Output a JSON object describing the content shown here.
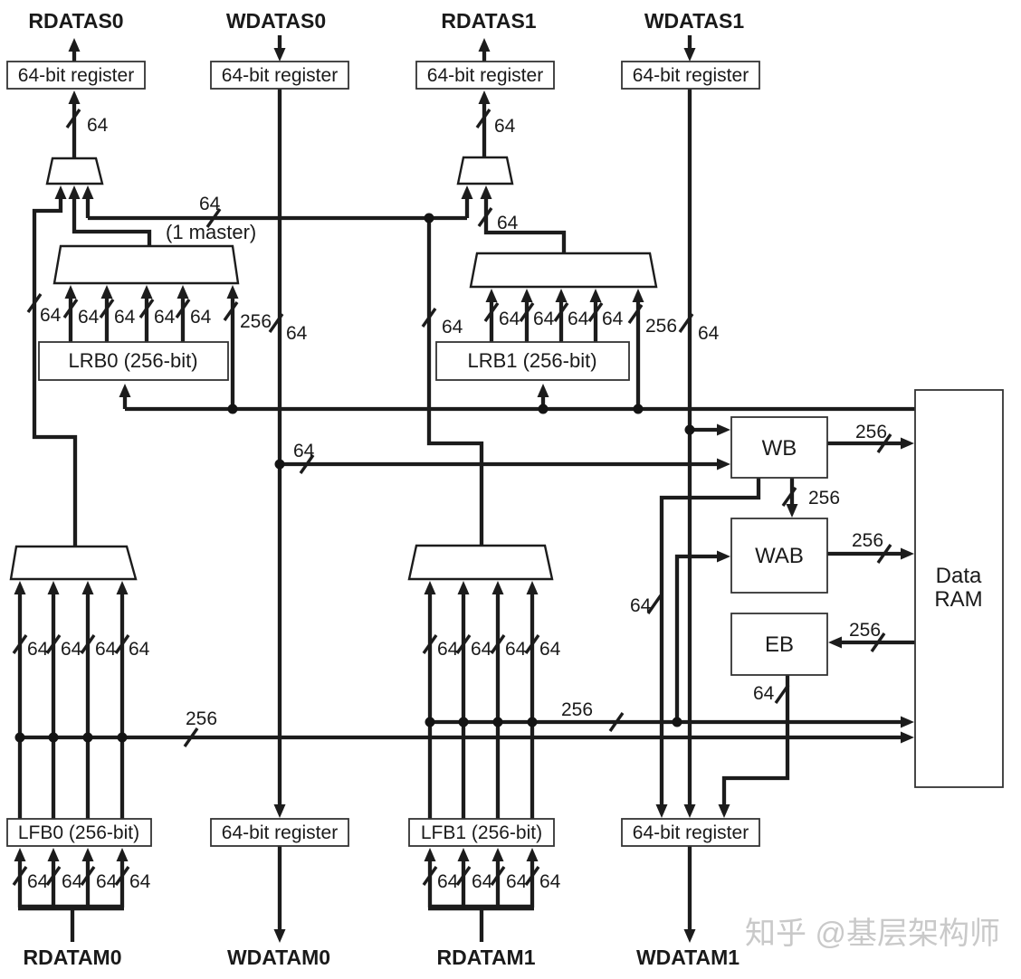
{
  "watermark": "知乎 @基层架构师",
  "ports": {
    "rdatas0": "RDATAS0",
    "wdatas0": "WDATAS0",
    "rdatas1": "RDATAS1",
    "wdatas1": "WDATAS1",
    "rdatam0": "RDATAM0",
    "wdatam0": "WDATAM0",
    "rdatam1": "RDATAM1",
    "wdatam1": "WDATAM1"
  },
  "boxes": {
    "register": "64-bit register",
    "lrb0": "LRB0 (256-bit)",
    "lrb1": "LRB1 (256-bit)",
    "lfb0": "LFB0 (256-bit)",
    "lfb1": "LFB1 (256-bit)",
    "wb": "WB",
    "wab": "WAB",
    "eb": "EB",
    "data_ram_line1": "Data",
    "data_ram_line2": "RAM"
  },
  "bus_widths": {
    "w64": "64",
    "w256": "256"
  },
  "notes": {
    "one_master": "(1 master)"
  },
  "colors": {
    "wire": "#1c1c1c",
    "background": "#ffffff",
    "watermark": "#c9c9c9"
  }
}
